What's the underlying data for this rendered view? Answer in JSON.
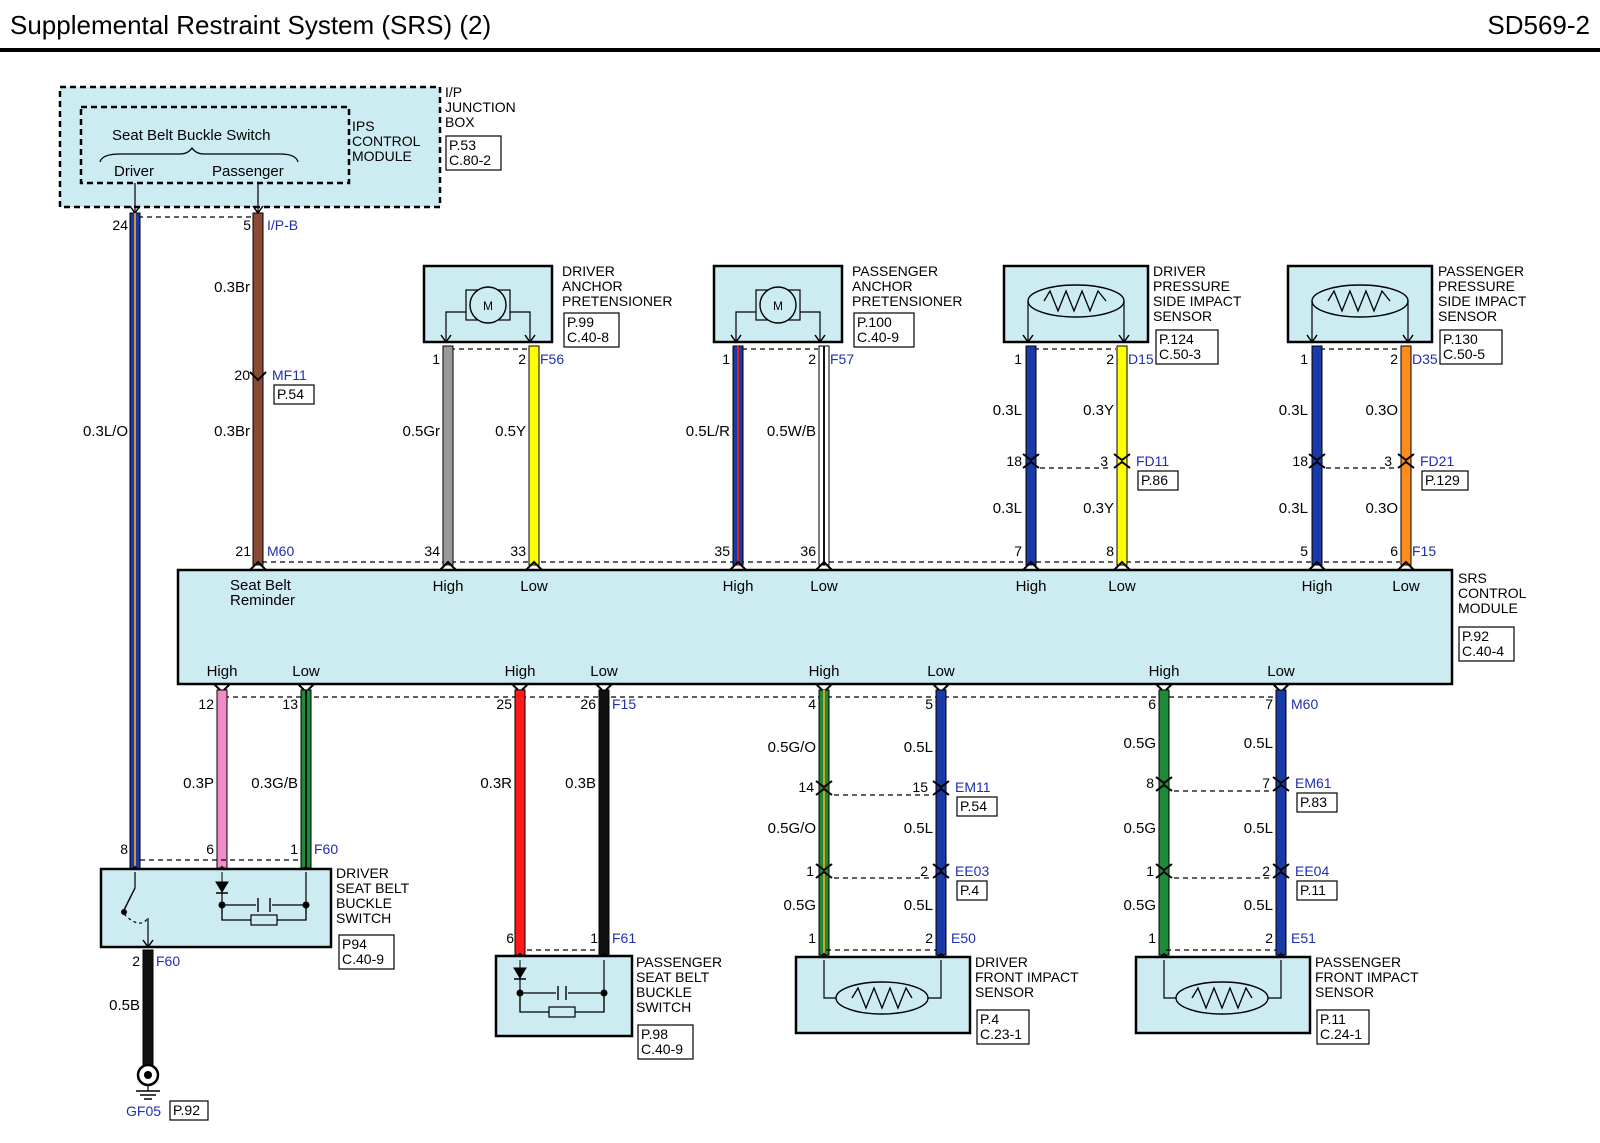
{
  "header": {
    "title": "Supplemental Restraint System (SRS) (2)",
    "code": "SD569-2"
  },
  "colors": {
    "box_fill": "#cdecf2",
    "connector_label": "#1f2fb0",
    "wire_blue": "#1a3aa8",
    "wire_brown": "#8b4a35",
    "wire_gray": "#9a9a9a",
    "wire_yellow": "#ffff00",
    "wire_orange": "#ff8c1a",
    "wire_green": "#1f8a3a",
    "wire_olive": "#8a8a1a",
    "wire_pink": "#f28cc8",
    "wire_red": "#ff1a1a",
    "wire_black": "#111111"
  },
  "components": {
    "ip_junction_box": {
      "name_lines": [
        "I/P",
        "JUNCTION",
        "BOX"
      ],
      "refs": [
        "P.53",
        "C.80-2"
      ]
    },
    "ips_control_module": {
      "name_lines": [
        "IPS",
        "CONTROL",
        "MODULE"
      ]
    },
    "seat_belt_buckle_switch": {
      "label": "Seat Belt Buckle Switch",
      "driver": "Driver",
      "passenger": "Passenger"
    },
    "driver_anchor_pretensioner": {
      "name_lines": [
        "DRIVER",
        "ANCHOR",
        "PRETENSIONER"
      ],
      "refs": [
        "P.99",
        "C.40-8"
      ],
      "motor": "M"
    },
    "passenger_anchor_pretensioner": {
      "name_lines": [
        "PASSENGER",
        "ANCHOR",
        "PRETENSIONER"
      ],
      "refs": [
        "P.100",
        "C.40-9"
      ],
      "motor": "M"
    },
    "driver_pressure_side_impact_sensor": {
      "name_lines": [
        "DRIVER",
        "PRESSURE",
        "SIDE IMPACT",
        "SENSOR"
      ],
      "refs": [
        "P.124",
        "C.50-3"
      ]
    },
    "passenger_pressure_side_impact_sensor": {
      "name_lines": [
        "PASSENGER",
        "PRESSURE",
        "SIDE IMPACT",
        "SENSOR"
      ],
      "refs": [
        "P.130",
        "C.50-5"
      ]
    },
    "srs_control_module": {
      "name_lines": [
        "SRS",
        "CONTROL",
        "MODULE"
      ],
      "refs": [
        "P.92",
        "C.40-4"
      ],
      "reminder_lines": [
        "Seat Belt",
        "Reminder"
      ],
      "top_labels": [
        "High",
        "Low",
        "High",
        "Low",
        "High",
        "Low",
        "High",
        "Low"
      ],
      "bottom_labels": [
        "High",
        "Low",
        "High",
        "Low",
        "High",
        "Low",
        "High",
        "Low"
      ]
    },
    "driver_seat_belt_buckle_switch": {
      "name_lines": [
        "DRIVER",
        "SEAT BELT",
        "BUCKLE",
        "SWITCH"
      ],
      "refs": [
        "P94",
        "C.40-9"
      ]
    },
    "passenger_seat_belt_buckle_switch": {
      "name_lines": [
        "PASSENGER",
        "SEAT BELT",
        "BUCKLE",
        "SWITCH"
      ],
      "refs": [
        "P.98",
        "C.40-9"
      ]
    },
    "driver_front_impact_sensor": {
      "name_lines": [
        "DRIVER",
        "FRONT IMPACT",
        "SENSOR"
      ],
      "refs": [
        "P.4",
        "C.23-1"
      ]
    },
    "passenger_front_impact_sensor": {
      "name_lines": [
        "PASSENGER",
        "FRONT IMPACT",
        "SENSOR"
      ],
      "refs": [
        "P.11",
        "C.24-1"
      ]
    },
    "ground": {
      "name": "GF05",
      "ref": "P.92"
    }
  },
  "pins": [
    "24",
    "5",
    "20",
    "21",
    "1",
    "2",
    "1",
    "2",
    "1",
    "2",
    "1",
    "2",
    "18",
    "3",
    "18",
    "3",
    "34",
    "33",
    "35",
    "36",
    "7",
    "8",
    "5",
    "6",
    "12",
    "13",
    "25",
    "26",
    "4",
    "5",
    "6",
    "7",
    "14",
    "15",
    "8",
    "7",
    "1",
    "2",
    "1",
    "2",
    "8",
    "6",
    "1",
    "2",
    "6",
    "1",
    "1",
    "2",
    "1",
    "2"
  ],
  "connectors": [
    {
      "name": "I/P-B"
    },
    {
      "name": "MF11",
      "ref": "P.54"
    },
    {
      "name": "M60"
    },
    {
      "name": "F56"
    },
    {
      "name": "F57"
    },
    {
      "name": "D15"
    },
    {
      "name": "D35"
    },
    {
      "name": "FD11",
      "ref": "P.86"
    },
    {
      "name": "FD21",
      "ref": "P.129"
    },
    {
      "name": "F15"
    },
    {
      "name": "F15"
    },
    {
      "name": "M60"
    },
    {
      "name": "EM11",
      "ref": "P.54"
    },
    {
      "name": "EM61",
      "ref": "P.83"
    },
    {
      "name": "EE03",
      "ref": "P.4"
    },
    {
      "name": "EE04",
      "ref": "P.11"
    },
    {
      "name": "F60"
    },
    {
      "name": "F60"
    },
    {
      "name": "F61"
    },
    {
      "name": "E50"
    },
    {
      "name": "E51"
    }
  ],
  "wire_labels": [
    "0.3L/O",
    "0.3Br",
    "0.3Br",
    "0.5Gr",
    "0.5Y",
    "0.5L/R",
    "0.5W/B",
    "0.3L",
    "0.3Y",
    "0.3L",
    "0.3Y",
    "0.3L",
    "0.3O",
    "0.3L",
    "0.3O",
    "0.3P",
    "0.3G/B",
    "0.3R",
    "0.3B",
    "0.5G/O",
    "0.5L",
    "0.5G/O",
    "0.5L",
    "0.5G",
    "0.5L",
    "0.5G",
    "0.5L",
    "0.5G",
    "0.5L",
    "0.5G",
    "0.5L",
    "0.5B"
  ]
}
